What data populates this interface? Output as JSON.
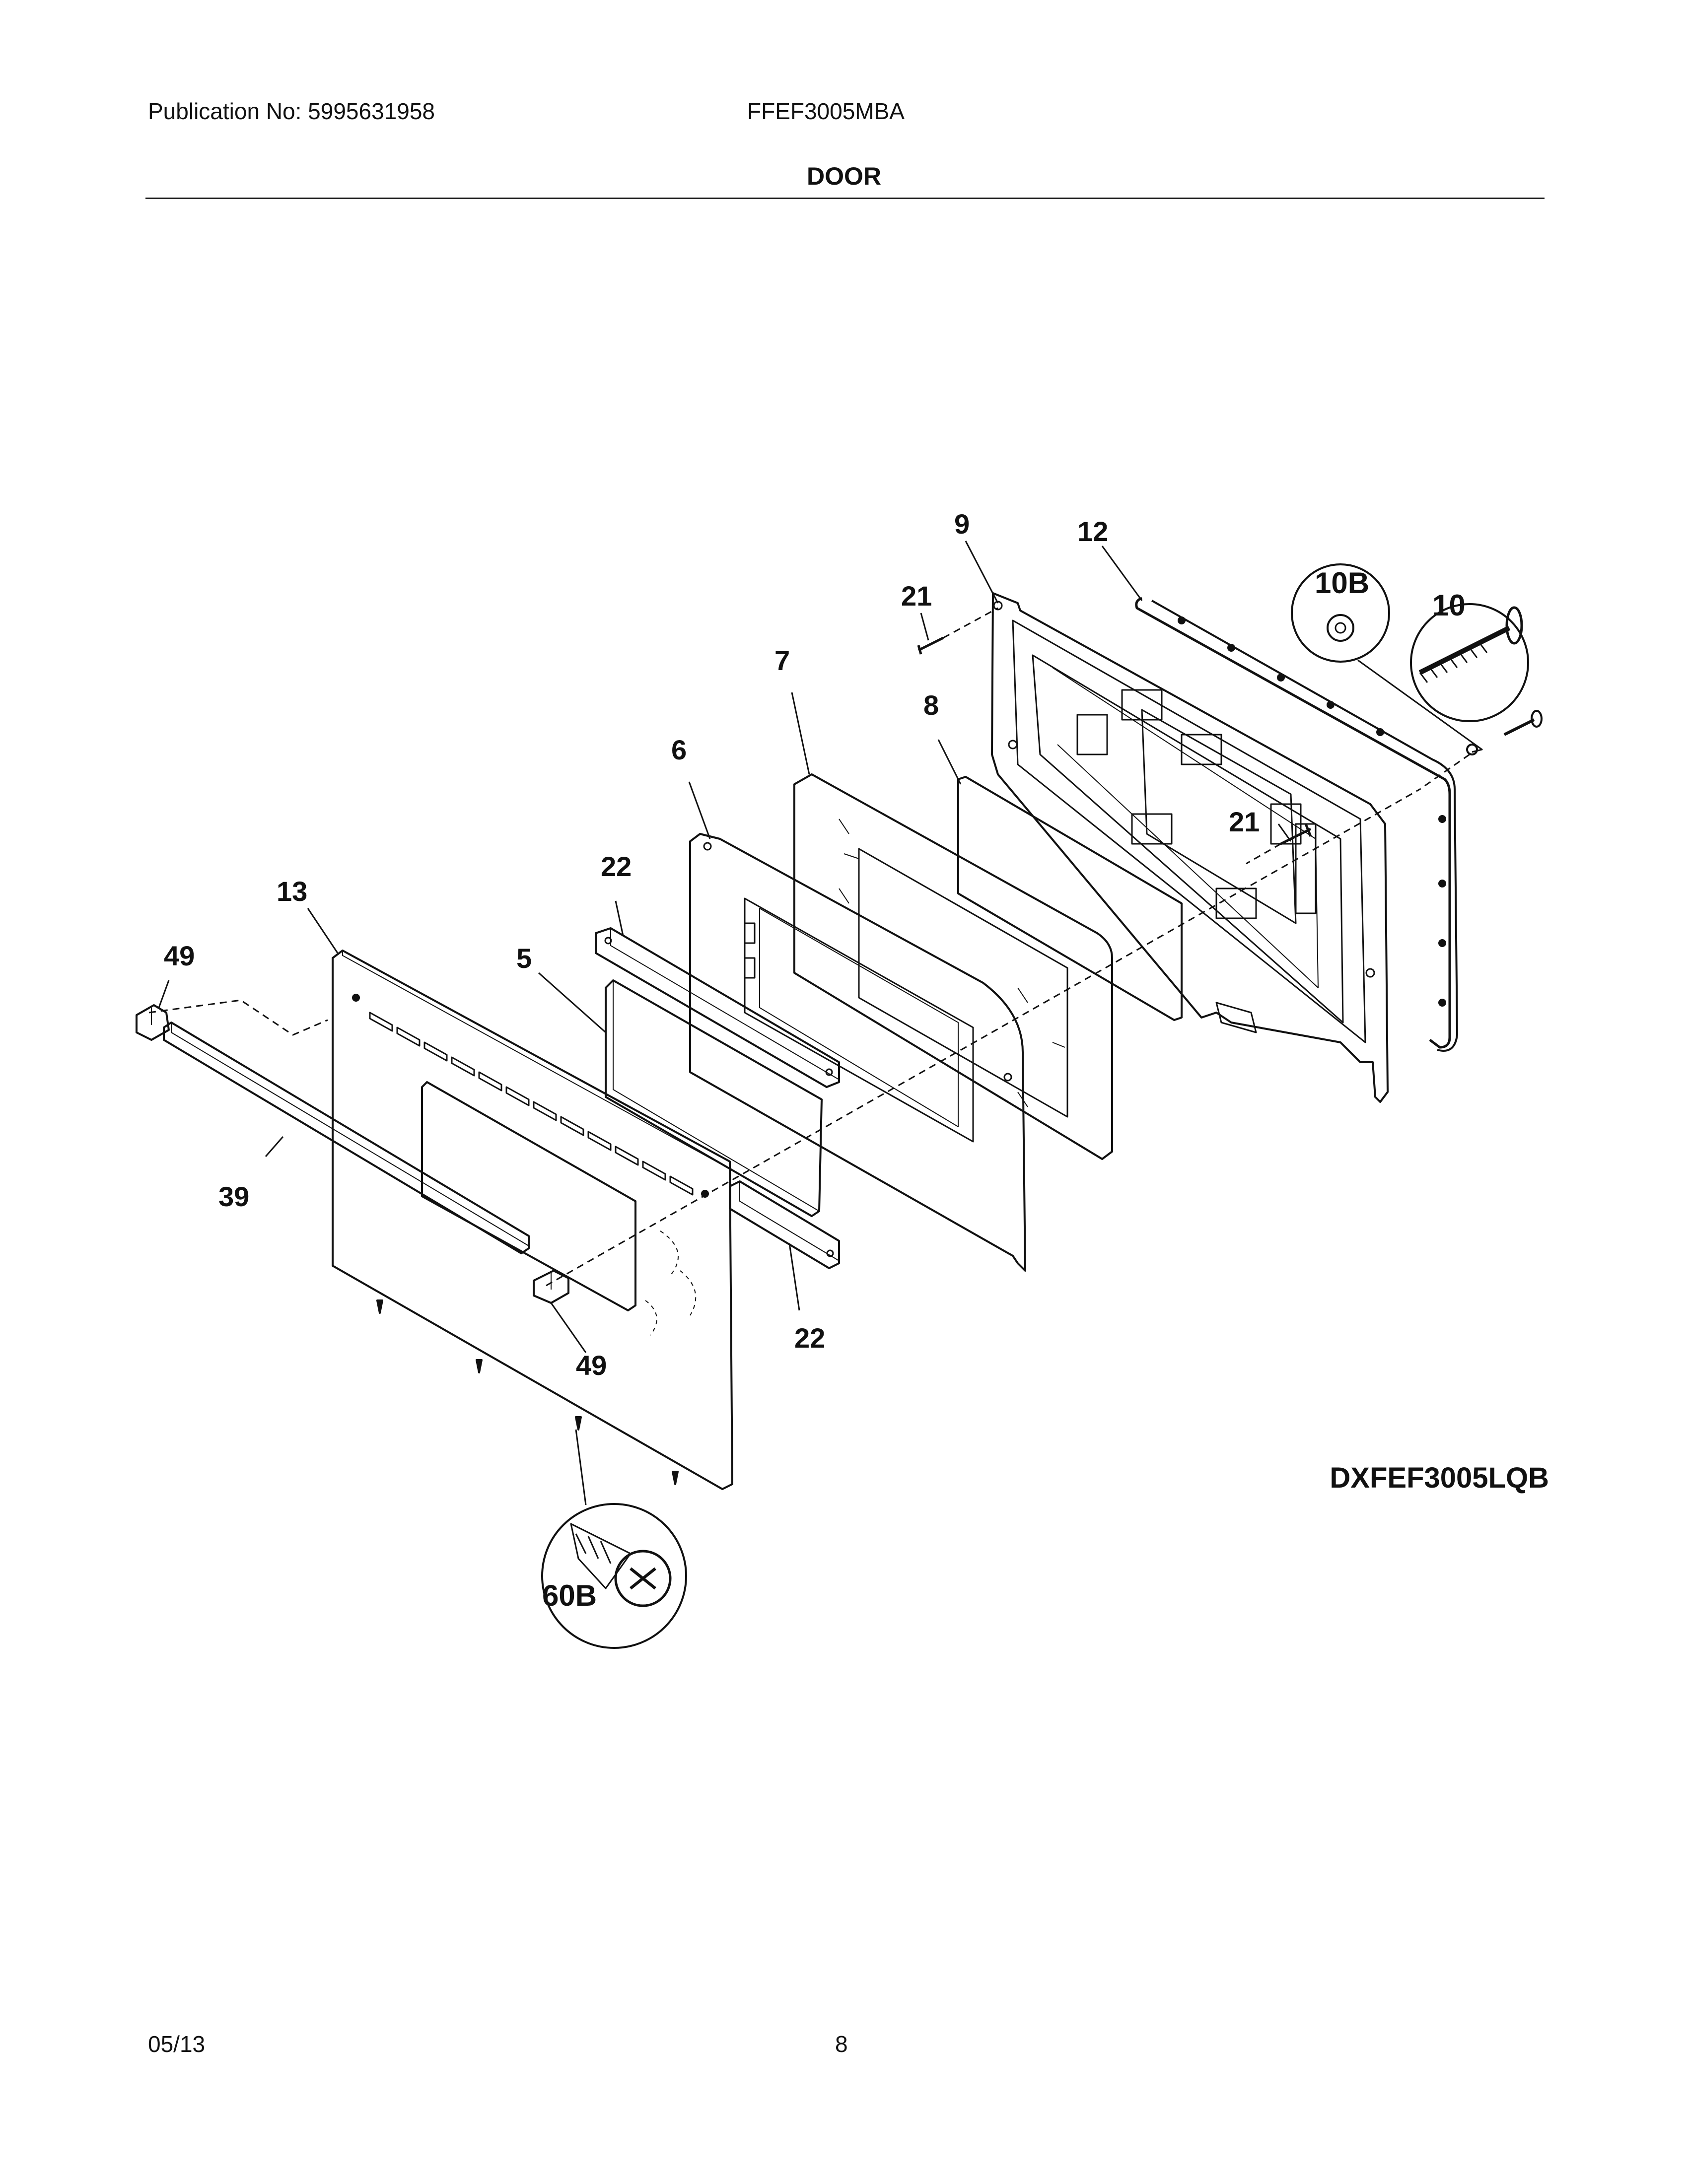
{
  "header": {
    "publication": "Publication No: 5995631958",
    "model": "FFEF3005MBA"
  },
  "section_title": "DOOR",
  "diagram_code": "DXFEF3005LQB",
  "callouts": {
    "c9": "9",
    "c12": "12",
    "c10b": "10B",
    "c10": "10",
    "c21a": "21",
    "c21b": "21",
    "c7": "7",
    "c8": "8",
    "c6": "6",
    "c22a": "22",
    "c22b": "22",
    "c13": "13",
    "c49a": "49",
    "c49b": "49",
    "c5": "5",
    "c39": "39",
    "c60b": "60B"
  },
  "footer": {
    "date": "05/13",
    "page": "8"
  }
}
